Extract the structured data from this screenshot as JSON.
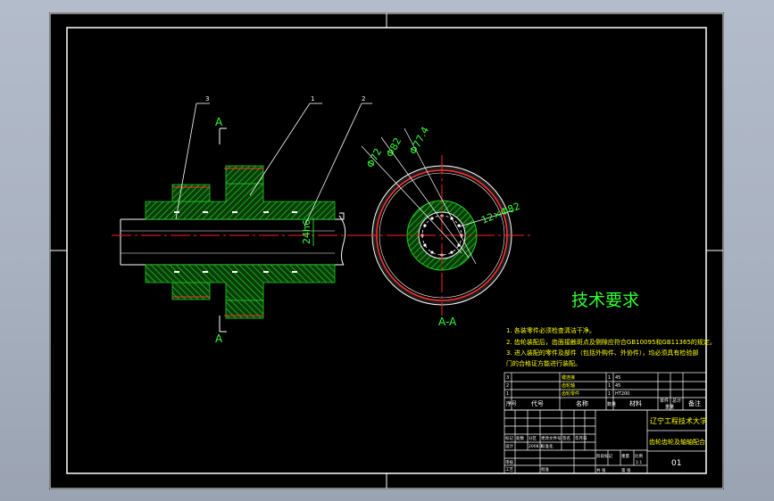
{
  "colors": {
    "background": "#000000",
    "frame": "#ffffff",
    "centerline": "#ff2020",
    "hatch": "#17c817",
    "dimension": "#33ff33",
    "leader": "#ffffff",
    "section_label": "#33ff33",
    "notes": "#ffff00",
    "titleblock_lines": "#ffffff"
  },
  "leaders": {
    "balloon_1": "1",
    "balloon_2": "2",
    "balloon_3": "3"
  },
  "section_marks": {
    "top": "A",
    "bottom": "A",
    "view_label": "A-A"
  },
  "dimensions": {
    "shaft_dim": "24h6",
    "d1": "Φ72",
    "d2": "Φ82",
    "d3": "Φ77.4",
    "spline": "12×Φ82"
  },
  "tech_requirements": {
    "heading": "技术要求",
    "items": [
      "1. 各装零件必须检查清洁干净。",
      "2. 齿轮装配后，齿面接触斑点及侧隙应符合GB10095和GB11365的规定。",
      "3. 进入装配的零件及部件（包括外购件、外协件），均必须具有检验部",
      "门的合格证方能进行装配。"
    ]
  },
  "parts_list": {
    "rows": [
      {
        "no": "3",
        "name": "键连接",
        "qty": "1",
        "material": "45"
      },
      {
        "no": "2",
        "name": "齿轮轴",
        "qty": "1",
        "material": "45"
      },
      {
        "no": "1",
        "name": "齿轮零件",
        "qty": "1",
        "material": "HT200"
      }
    ],
    "header": {
      "no": "序号",
      "code": "代号",
      "name": "名称",
      "qty": "数量",
      "material": "材料",
      "unit_weight": "单件",
      "total_weight": "总计",
      "weight": "重量",
      "remark": "备注"
    }
  },
  "title_block": {
    "school": "辽宁工程技术大学",
    "title": "齿轮齿轮及轴轴配合",
    "drawing_no": "01",
    "sign_row": [
      "标记",
      "处数",
      "分区",
      "更改文件号",
      "签名",
      "年月日"
    ],
    "design": "设计",
    "standard": "标准化",
    "date": "2008.1",
    "review": "审核",
    "process": "工艺",
    "approve": "批准",
    "stage_label": "阶段标记",
    "weight_label": "重量",
    "scale_label": "比例",
    "scale": "1:1",
    "sheet_total": "共 张",
    "sheet_no": "第 张"
  }
}
